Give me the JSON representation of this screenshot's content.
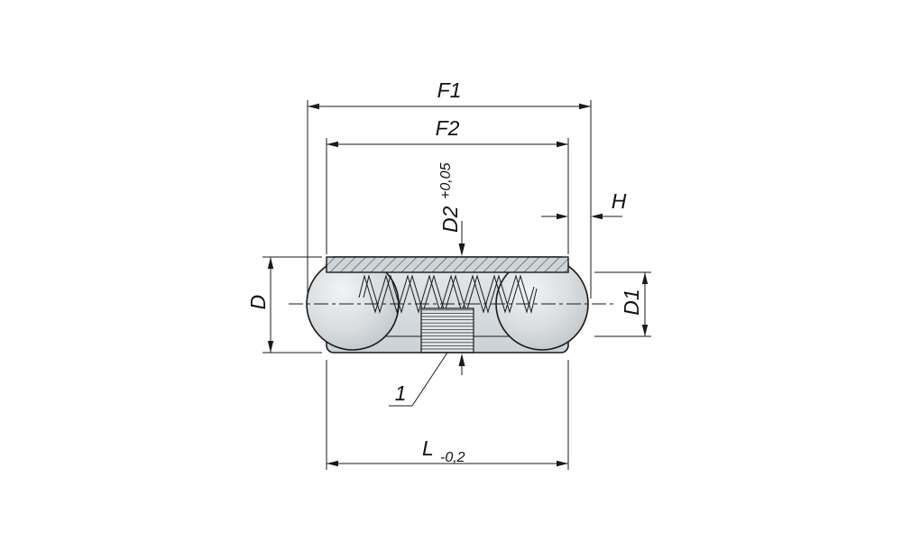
{
  "drawing": {
    "subject": "spring plunger with two balls, sectional technical drawing",
    "labels": {
      "f1": "F1",
      "f2": "F2",
      "d2": "D2",
      "d2_tolerance": "+0,05",
      "h": "H",
      "d": "D",
      "d1": "D1",
      "l": "L",
      "l_tolerance": "-0,2",
      "item_ref": "1"
    },
    "colors": {
      "line": "#1a1a1a",
      "body_fill": "#d8dde1",
      "ball_fill": "#d7dcdf",
      "hatch_line": "#3a3a3a",
      "background": "#ffffff"
    }
  }
}
